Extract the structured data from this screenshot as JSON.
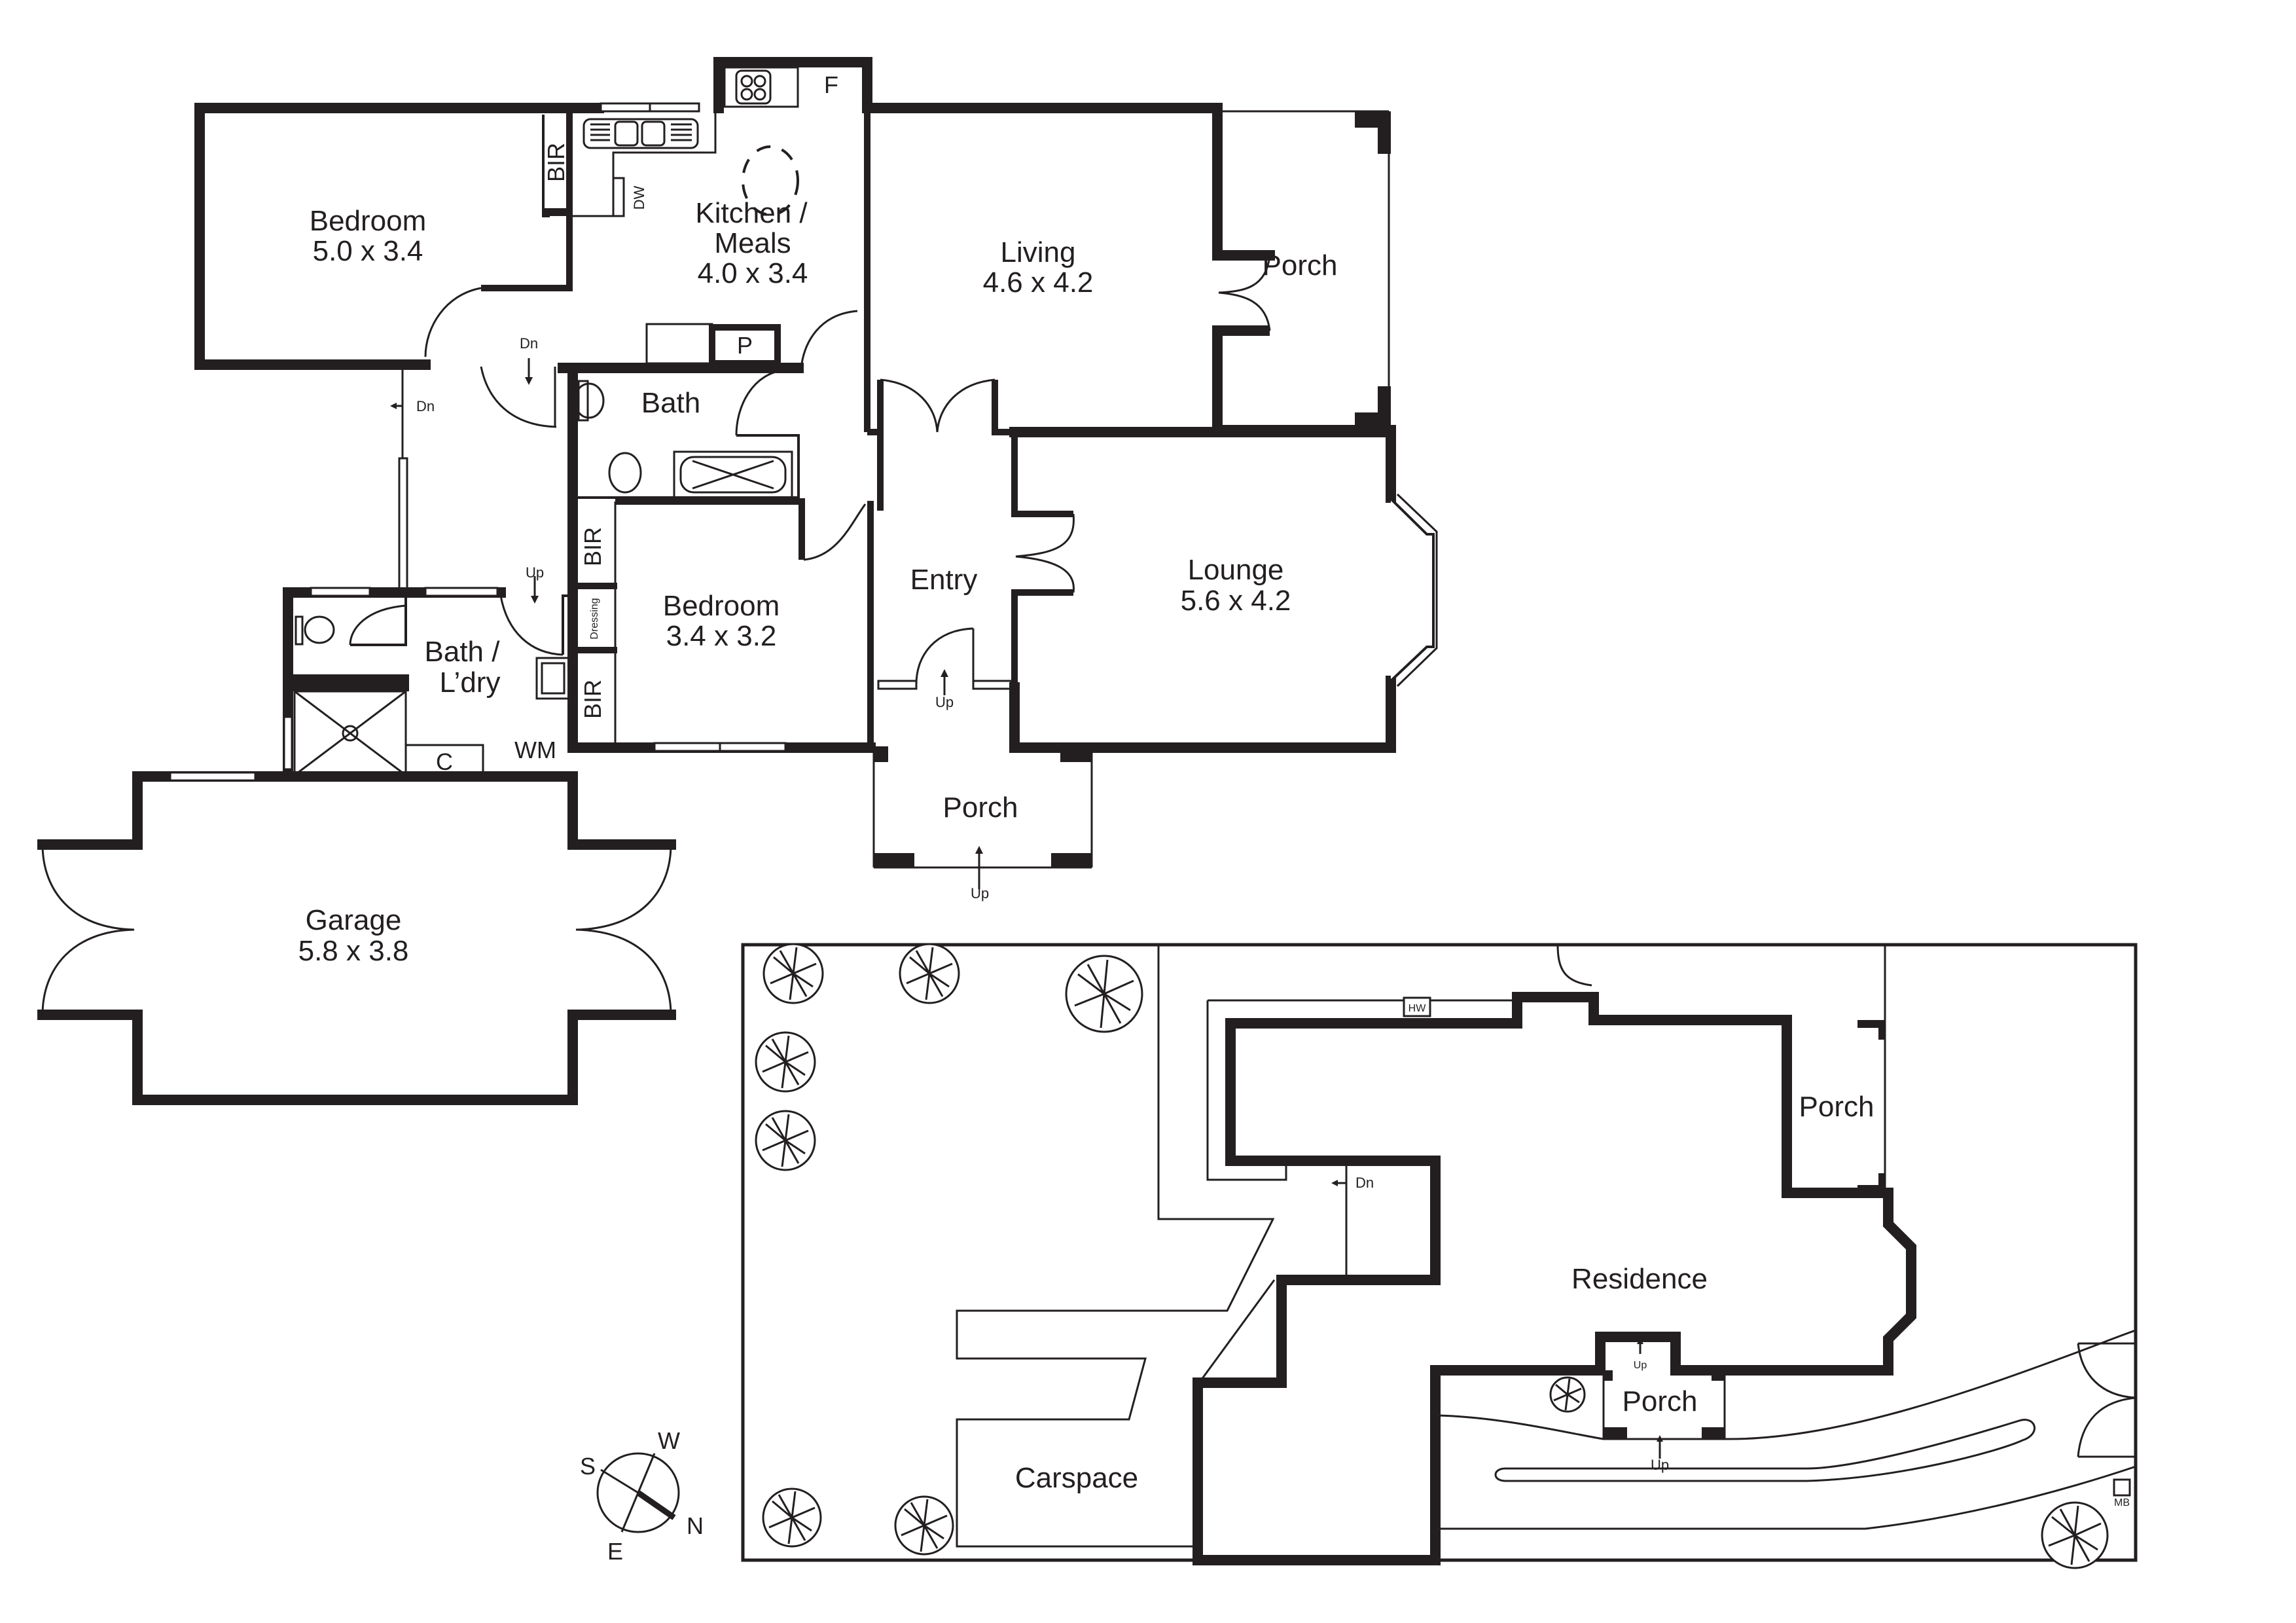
{
  "floor_plan": {
    "rooms": [
      {
        "id": "bedroom1",
        "name": "Bedroom",
        "dims": "5.0 x 3.4"
      },
      {
        "id": "kitchen",
        "name_line1": "Kitchen /",
        "name_line2": "Meals",
        "dims": "4.0 x 3.4"
      },
      {
        "id": "living",
        "name": "Living",
        "dims": "4.6 x 4.2"
      },
      {
        "id": "porch_side",
        "name": "Porch"
      },
      {
        "id": "bath",
        "name": "Bath"
      },
      {
        "id": "bedroom2",
        "name": "Bedroom",
        "dims": "3.4 x 3.2"
      },
      {
        "id": "entry",
        "name": "Entry"
      },
      {
        "id": "lounge",
        "name": "Lounge",
        "dims": "5.6 x 4.2"
      },
      {
        "id": "bath_ldry",
        "name_line1": "Bath /",
        "name_line2": "L’dry"
      },
      {
        "id": "porch_front",
        "name": "Porch"
      },
      {
        "id": "garage",
        "name": "Garage",
        "dims": "5.8 x 3.8"
      }
    ],
    "fixtures": {
      "bir_1": "BIR",
      "bir_2": "BIR",
      "bir_3": "BIR",
      "dressing": "Dressing",
      "dishwasher": "DW",
      "fridge": "F",
      "pantry": "P",
      "cupboard": "C",
      "washing_machine": "WM"
    },
    "stairs": {
      "dn_hall": "Dn",
      "dn_side": "Dn",
      "up_ldry": "Up",
      "up_entry": "Up",
      "up_porch": "Up"
    }
  },
  "site_plan": {
    "labels": {
      "residence": "Residence",
      "porch_side": "Porch",
      "porch_front": "Porch",
      "carspace": "Carspace",
      "hot_water": "HW",
      "meter_box": "MB",
      "dn": "Dn",
      "up_inner": "Up",
      "up_outer": "Up"
    }
  },
  "compass": {
    "north": "N",
    "south": "S",
    "east": "E",
    "west": "W"
  }
}
